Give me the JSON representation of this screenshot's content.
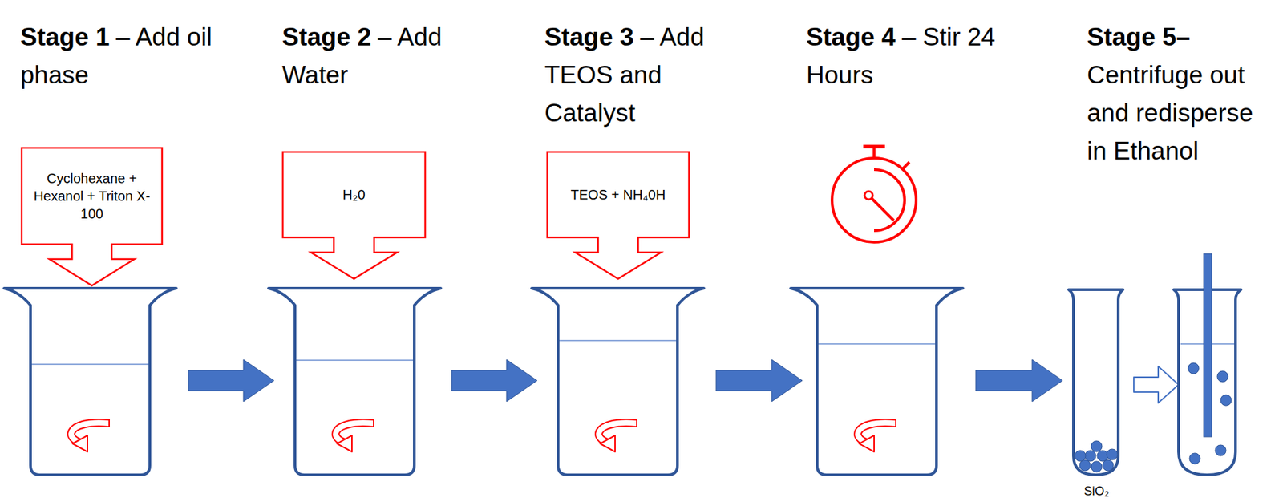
{
  "diagram": {
    "nodes": [
      {
        "text": [
          "Cyclohexane + Hexanol + Triton X-100"
        ]
      },
      {
        "text": [
          "H₂0"
        ]
      },
      {
        "text": [
          "TEOS + NH₄0H"
        ]
      }
    ],
    "labels": [
      "Stage 1",
      "– Add oil phase",
      "Stage 2",
      "– Add Water",
      "Stage 3",
      "– Add TEOS and Catalyst",
      "Stage 4",
      "– Stir 24 Hours",
      "Stage 5–",
      "Centrifuge out and redisperse in Ethanol",
      "SiO₂"
    ]
  }
}
